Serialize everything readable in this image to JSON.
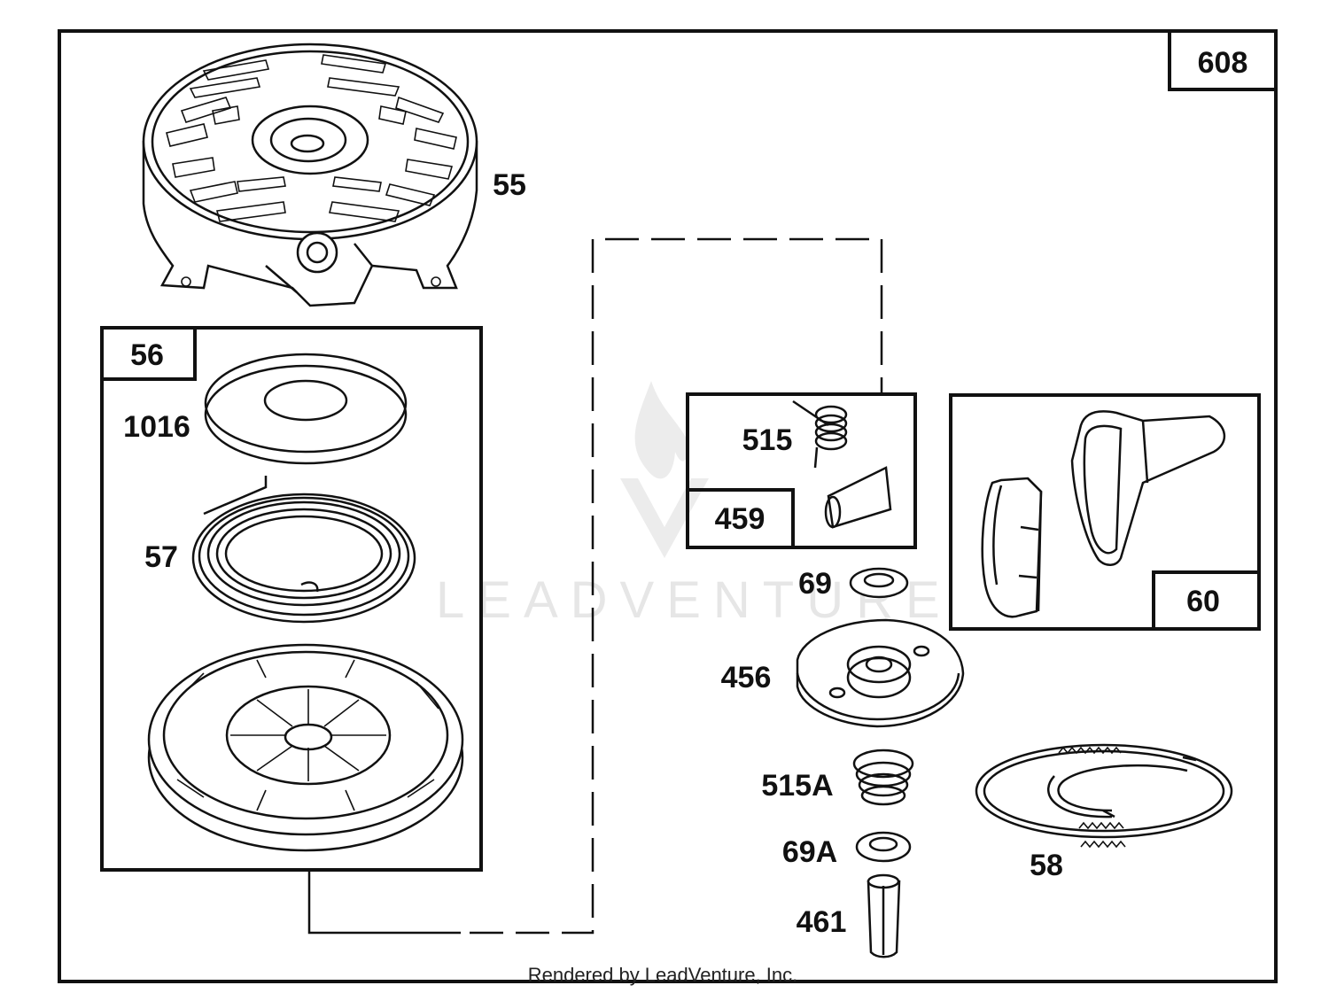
{
  "diagram_id": "608",
  "watermark": "LEADVENTURE",
  "footer": "Rendered by LeadVenture, Inc.",
  "parts": [
    {
      "ref": "55"
    },
    {
      "ref": "56"
    },
    {
      "ref": "1016"
    },
    {
      "ref": "57"
    },
    {
      "ref": "515"
    },
    {
      "ref": "459"
    },
    {
      "ref": "60"
    },
    {
      "ref": "69"
    },
    {
      "ref": "456"
    },
    {
      "ref": "515A"
    },
    {
      "ref": "69A"
    },
    {
      "ref": "461"
    },
    {
      "ref": "58"
    }
  ]
}
